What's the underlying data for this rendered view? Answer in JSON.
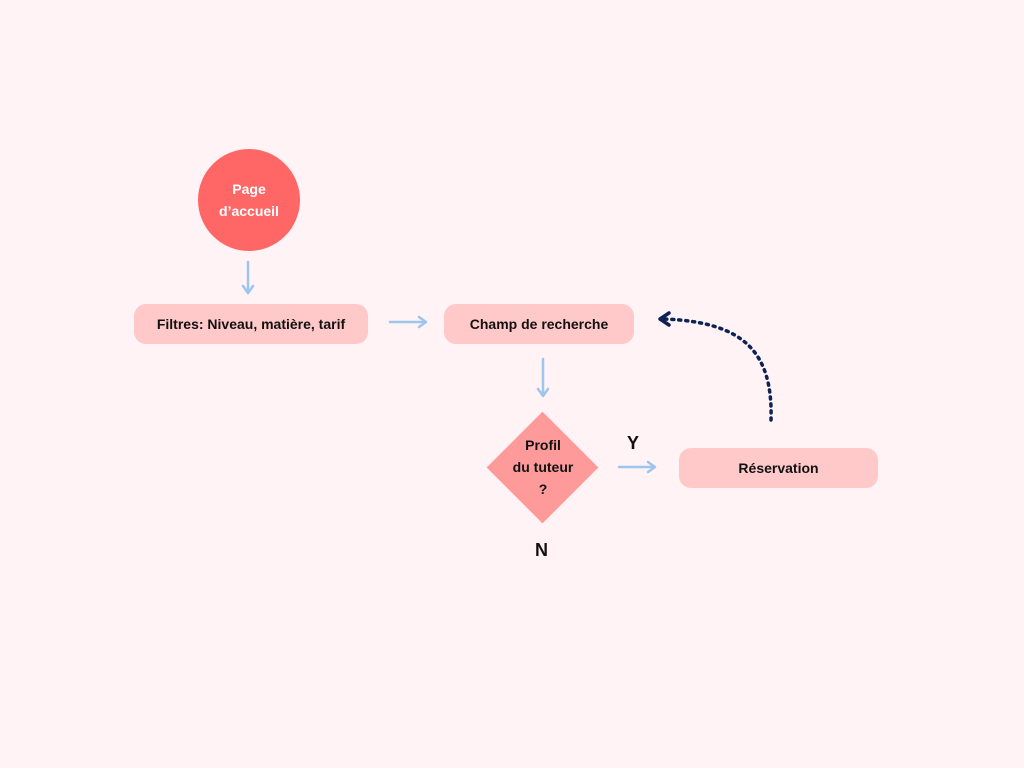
{
  "diagram": {
    "start": {
      "line1": "Page",
      "line2": "d’accueil"
    },
    "filters": {
      "label": "Filtres: Niveau, matière, tarif"
    },
    "search": {
      "label": "Champ de recherche"
    },
    "decision": {
      "line1": "Profil",
      "line2": "du tuteur",
      "line3": "?"
    },
    "booking": {
      "label": "Réservation"
    },
    "yes_label": "Y",
    "no_label": "N"
  },
  "colors": {
    "background": "#FFF3F5",
    "start_fill": "#FF6666",
    "process_fill": "#FFC9C9",
    "decision_fill": "#FF9A9A",
    "arrow": "#9EC5EE",
    "loop_arrow": "#0D2256"
  }
}
